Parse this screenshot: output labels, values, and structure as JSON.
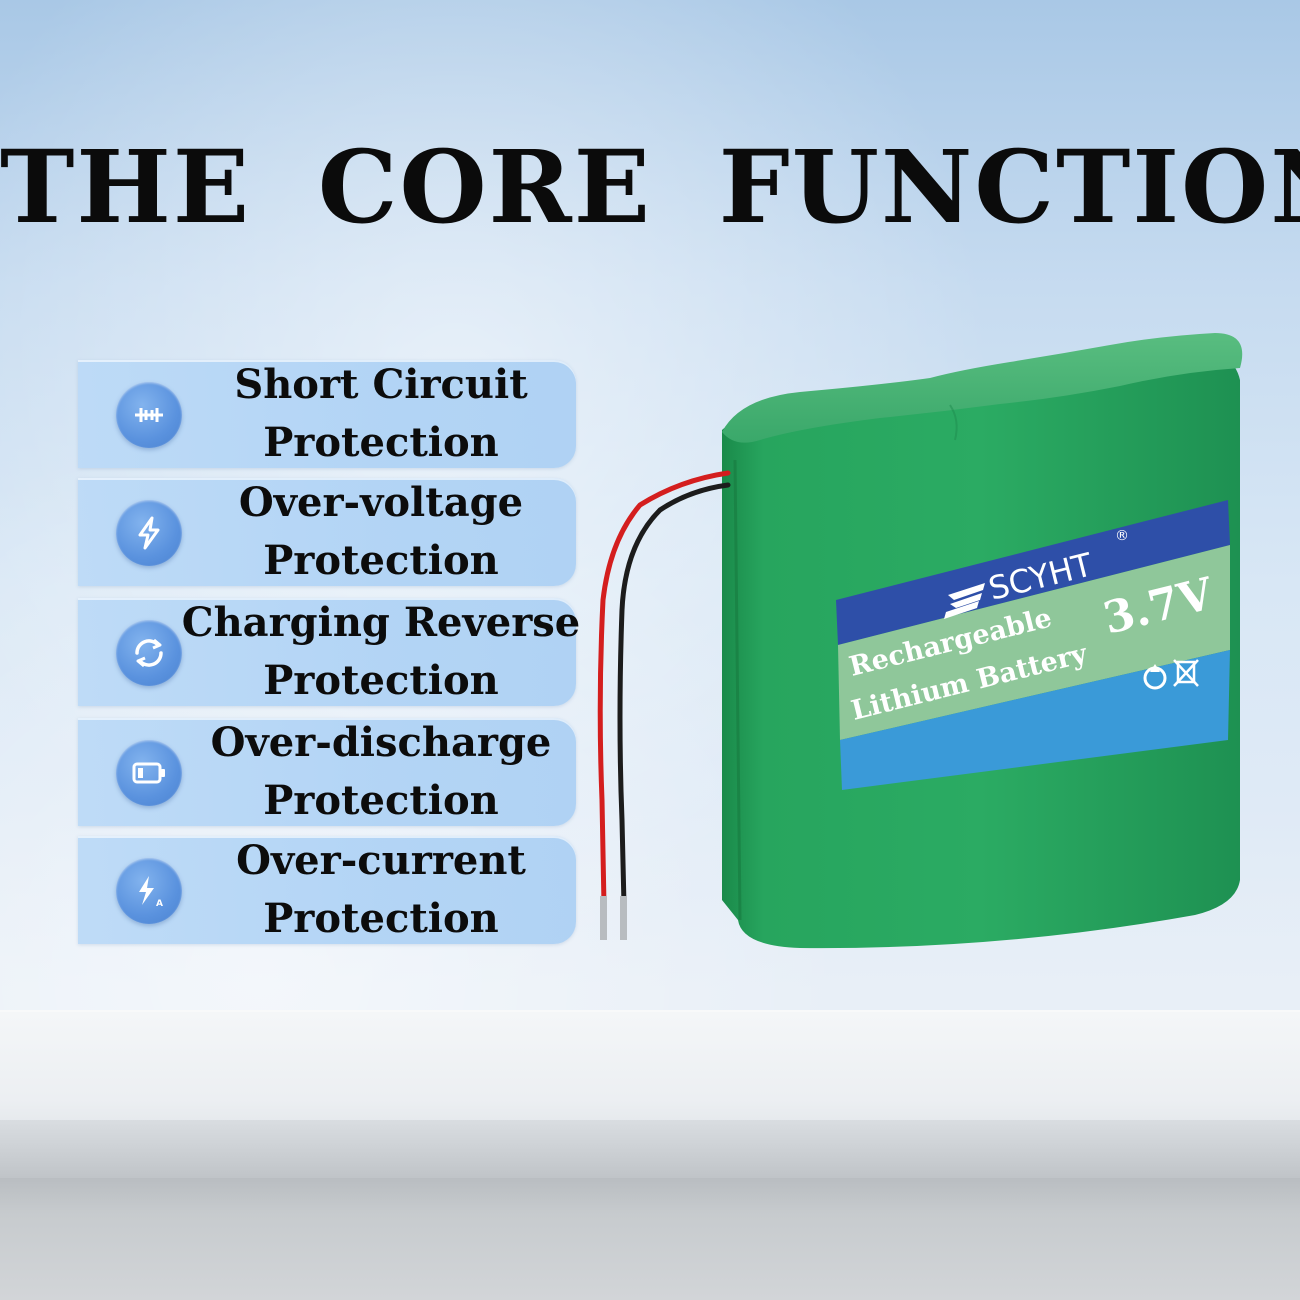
{
  "title": "THE CORE FUNCTION",
  "features": [
    {
      "icon": "short-circuit-icon",
      "line1": "Short Circuit",
      "line2": "Protection"
    },
    {
      "icon": "lightning-icon",
      "line1": "Over-voltage",
      "line2": "Protection"
    },
    {
      "icon": "reverse-arrows-icon",
      "line1": "Charging Reverse",
      "line2": "Protection"
    },
    {
      "icon": "battery-icon",
      "line1": "Over-discharge",
      "line2": "Protection"
    },
    {
      "icon": "current-bolt-icon",
      "line1": "Over-current",
      "line2": "Protection"
    }
  ],
  "battery_label": {
    "brand": "SCYHT",
    "registered_mark": "®",
    "voltage": "3.7V",
    "line1": "Rechargeable",
    "line2": "Lithium Battery"
  },
  "colors": {
    "battery_green": "#22a25a",
    "label_blue": "#2e4fa8",
    "label_light_green": "#8fc79a",
    "label_sky": "#3a9ad8",
    "icon_blue": "#5a92de"
  }
}
